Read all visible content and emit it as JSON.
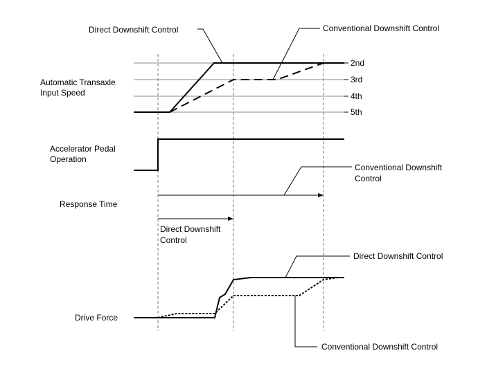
{
  "labels": {
    "top_direct": "Direct Downshift Control",
    "top_conventional": "Conventional Downshift Control",
    "input_speed_1": "Automatic Transaxle",
    "input_speed_2": "Input Speed",
    "gear_2nd": "2nd",
    "gear_3rd": "3rd",
    "gear_4th": "4th",
    "gear_5th": "5th",
    "pedal_1": "Accelerator Pedal",
    "pedal_2": "Operation",
    "resp_conv_1": "Conventional Downshift",
    "resp_conv_2": "Control",
    "response_time": "Response Time",
    "resp_direct_1": "Direct Downshift",
    "resp_direct_2": "Control",
    "df_direct": "Direct Downshift Control",
    "drive_force": "Drive Force",
    "df_conventional": "Conventional Downshift Control"
  }
}
